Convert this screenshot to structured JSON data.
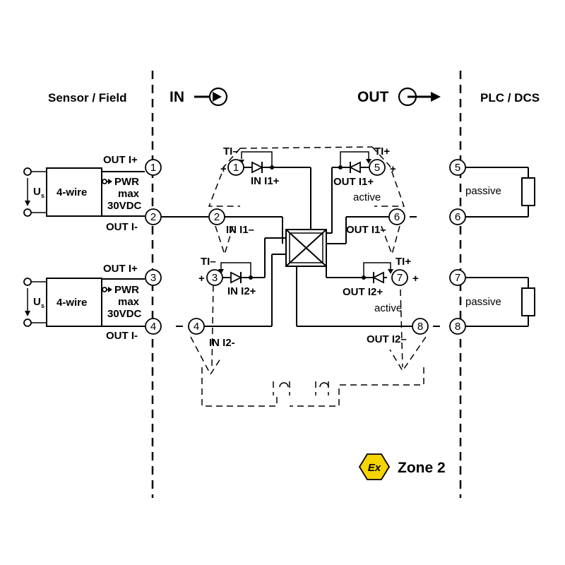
{
  "headers": {
    "left": "Sensor / Field",
    "in": "IN",
    "out": "OUT",
    "right": "PLC / DCS"
  },
  "field": {
    "sensor_label": "4-wire",
    "supply_symbol": "U",
    "supply_subscript": "s",
    "out_plus": "OUT I+",
    "out_minus": "OUT I-",
    "pwr": "PWR",
    "max": "max",
    "voltage": "30VDC"
  },
  "terminals": [
    "1",
    "2",
    "3",
    "4",
    "5",
    "6",
    "7",
    "8"
  ],
  "module": {
    "ti_minus": "TI–",
    "ti_plus": "TI+",
    "plus": "+",
    "minus": "-",
    "in_i1_plus": "IN I1+",
    "in_i1_minus": "IN I1–",
    "in_i2_plus": "IN I2+",
    "in_i2_minus": "IN I2-",
    "out_i1_plus": "OUT I1+",
    "out_i1_minus": "OUT I1–",
    "out_i2_plus": "OUT I2+",
    "out_i2_minus": "OUT I2–",
    "active": "active"
  },
  "plc": {
    "load_label": "passive"
  },
  "zone": {
    "text": "Zone 2",
    "symbol": "Ex",
    "color": "#f5d400"
  }
}
